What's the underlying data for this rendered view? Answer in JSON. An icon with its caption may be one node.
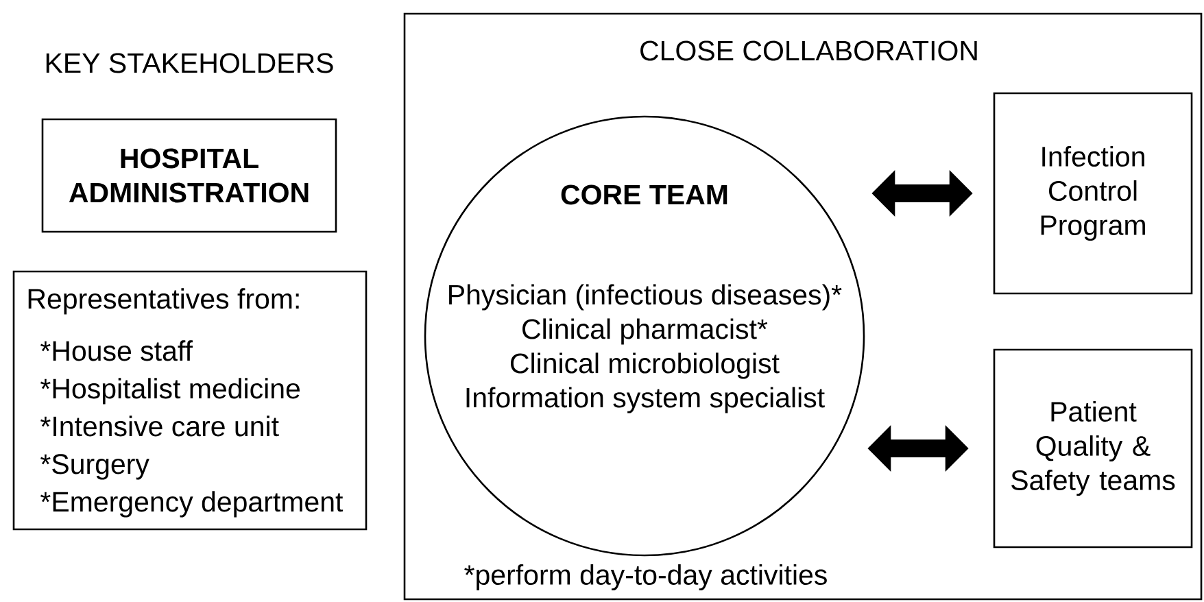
{
  "diagram": {
    "nodes": [
      {
        "text": [
          "CLOSE COLLABORATION",
          "*perform day-to-day activities"
        ]
      },
      {
        "text": [
          "HOSPITAL ADMINISTRATION"
        ]
      },
      {
        "text": [
          "Representatives from:",
          "*House staff",
          "*Hospitalist medicine",
          "*Intensive care unit",
          "*Surgery",
          "*Emergency department"
        ]
      },
      {
        "text": [
          "CORE TEAM",
          "Physician (infectious diseases)*",
          "Clinical pharmacist*",
          "Clinical microbiologist",
          "Information system specialist"
        ],
        "in": 0
      },
      {
        "text": [
          "Infection Control Program"
        ],
        "in": 0
      },
      {
        "text": [
          "Patient Quality & Safety teams"
        ],
        "in": 0
      }
    ],
    "edges": [
      {
        "from": 3,
        "to": 4,
        "arrow": "both"
      },
      {
        "from": 3,
        "to": 5,
        "arrow": "both"
      }
    ],
    "labels": [
      "KEY STAKEHOLDERS"
    ]
  }
}
